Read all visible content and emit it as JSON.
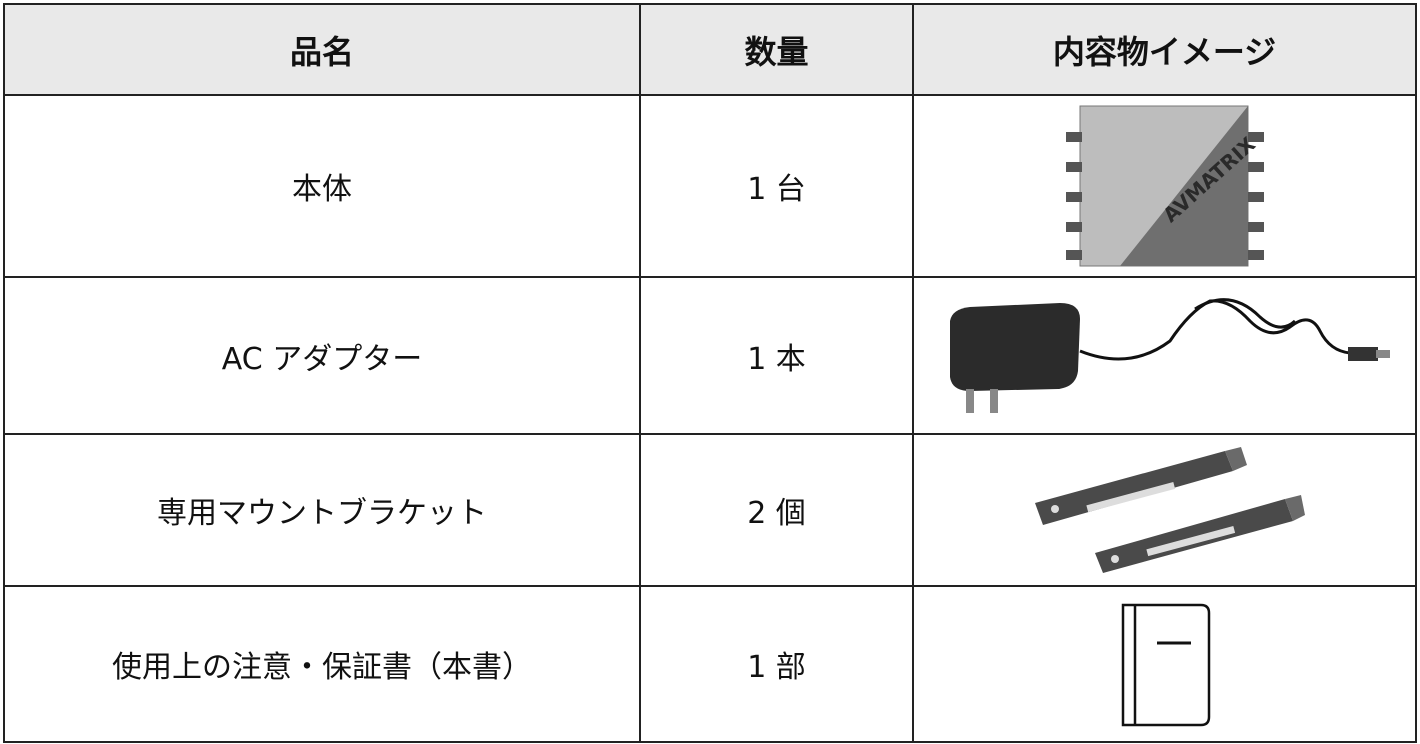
{
  "table": {
    "headers": {
      "name": "品名",
      "quantity": "数量",
      "image": "内容物イメージ"
    },
    "rows": [
      {
        "name": "本体",
        "quantity": "1 台",
        "icon": "device-unit-image"
      },
      {
        "name": "AC アダプター",
        "quantity": "1 本",
        "icon": "ac-adapter-image"
      },
      {
        "name": "専用マウントブラケット",
        "quantity": "2 個",
        "icon": "mount-bracket-image"
      },
      {
        "name": "使用上の注意・保証書（本書）",
        "quantity": "1 部",
        "icon": "manual-book-icon"
      }
    ]
  },
  "device_logo": "AVMATRIX"
}
